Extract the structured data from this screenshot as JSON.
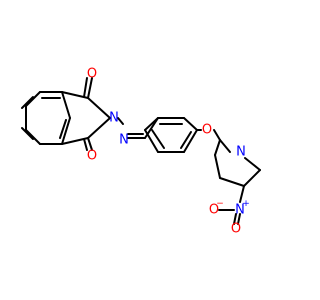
{
  "molecule": {
    "atoms": [
      {
        "id": "o1",
        "symbol": "O",
        "element": "O"
      },
      {
        "id": "o2",
        "symbol": "O",
        "element": "O"
      },
      {
        "id": "n_imide",
        "symbol": "N",
        "element": "N"
      },
      {
        "id": "n_imine",
        "symbol": "N",
        "element": "N"
      },
      {
        "id": "o_ether",
        "symbol": "O",
        "element": "O"
      },
      {
        "id": "n_pyridine",
        "symbol": "N",
        "element": "N"
      },
      {
        "id": "n_nitro",
        "symbol": "N",
        "element": "N",
        "charge": "+"
      },
      {
        "id": "o_nitro_minus",
        "symbol": "O",
        "element": "O",
        "charge": "−"
      },
      {
        "id": "o_nitro",
        "symbol": "O",
        "element": "O"
      }
    ]
  },
  "colors": {
    "C": "#000000",
    "O": "#ff0000",
    "N": "#0000ff",
    "bond": "#000000"
  }
}
